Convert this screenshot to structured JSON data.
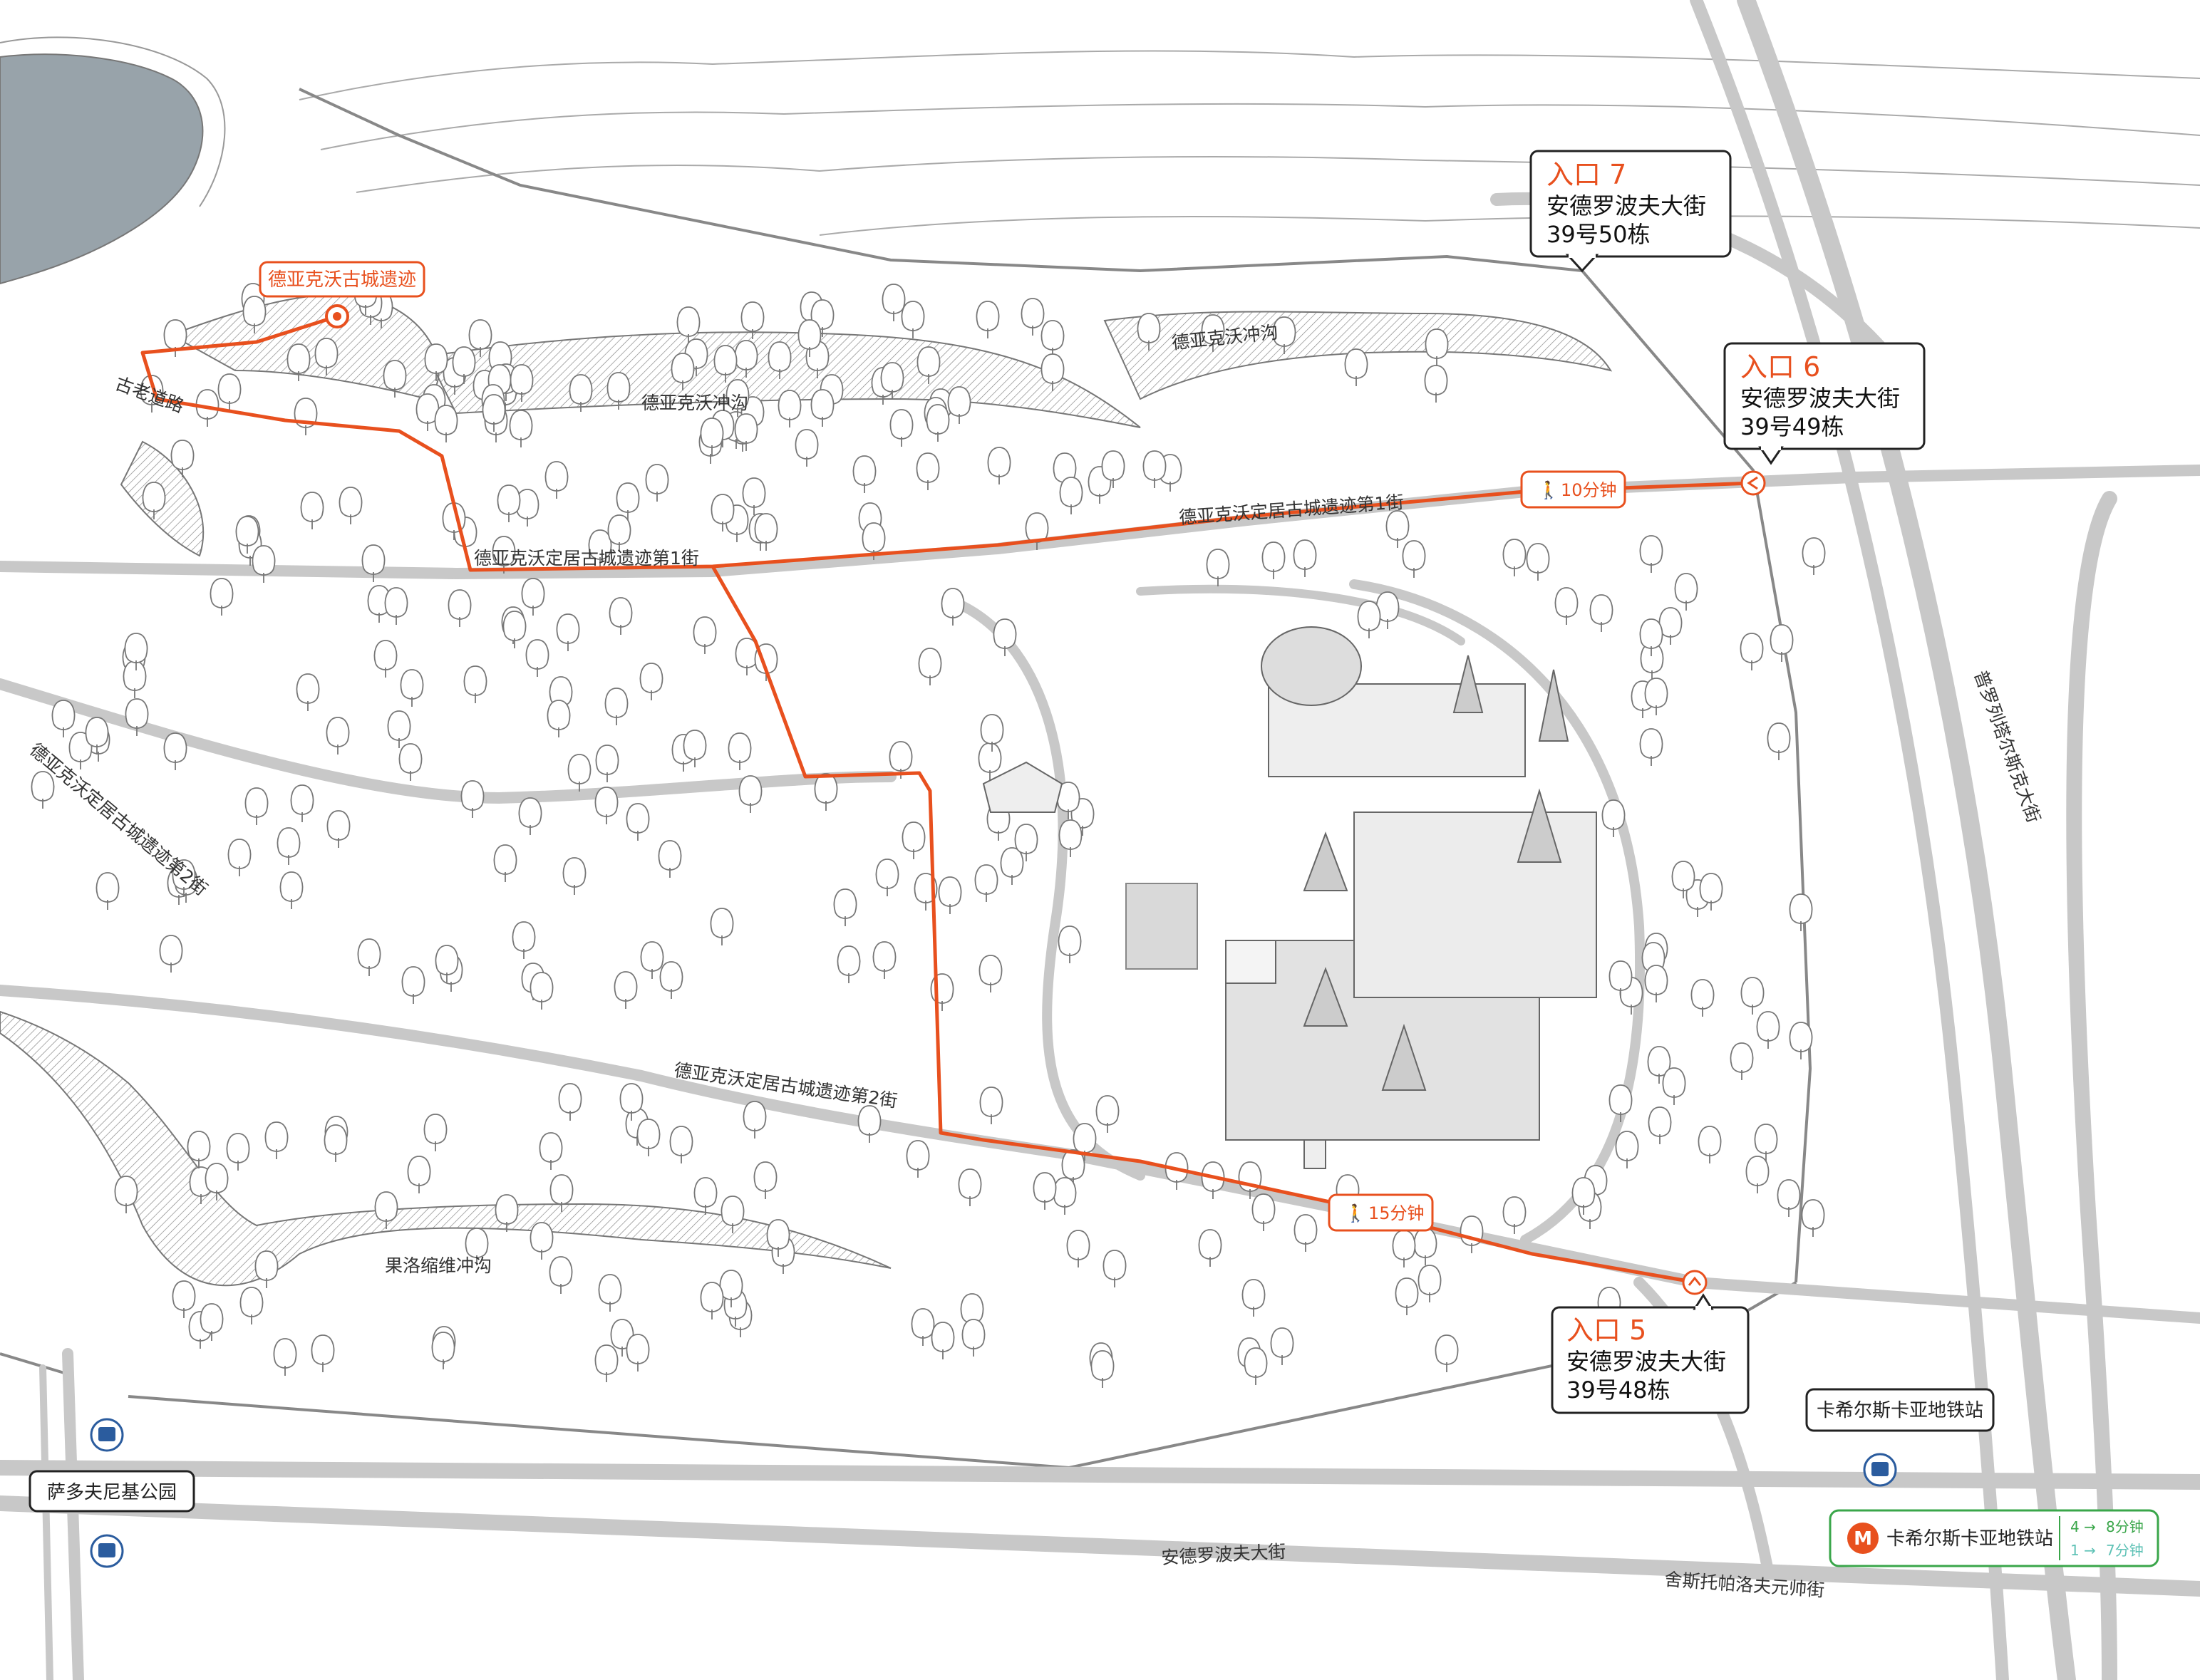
{
  "streets": {
    "first_street_a": "德亚克沃定居古城遗迹第1街",
    "first_street_b": "德亚克沃定居古城遗迹第1街",
    "second_street_a": "德亚克沃定居古城遗迹第2街",
    "second_street_b": "德亚克沃定居古城遗迹第2街",
    "ravine_a": "德亚克沃冲沟",
    "ravine_b": "德亚克沃冲沟",
    "ravine_c": "果洛缩维冲沟",
    "old_road": "古老道路",
    "andropov_avenue": "安德罗波夫大街",
    "proletarsky_prospect": "普罗列塔尔斯克大街",
    "shestopalov_street": "舍斯托帕洛夫元帅街"
  },
  "poi": {
    "ruins_label": "德亚克沃古城遗迹"
  },
  "entrances": [
    {
      "title": "入口 7",
      "line1": "安德罗波夫大街",
      "line2": "39号50栋"
    },
    {
      "title": "入口 6",
      "line1": "安德罗波夫大街",
      "line2": "39号49栋"
    },
    {
      "title": "入口 5",
      "line1": "安德罗波夫大街",
      "line2": "39号48栋"
    }
  ],
  "walk_times": {
    "entrance6": "10分钟",
    "entrance5": "15分钟"
  },
  "bus_stops": {
    "sadovniki": "萨多夫尼基公园",
    "kashirskaya": "卡希尔斯卡亚地铁站"
  },
  "metro": {
    "station": "卡希尔斯卡亚地铁站",
    "routes": [
      {
        "exit": "4",
        "time": "8分钟",
        "color": "#3aa64a"
      },
      {
        "exit": "1",
        "time": "7分钟",
        "color": "#5fc2b6"
      }
    ]
  },
  "colors": {
    "route": "#e8501e",
    "road": "#c8c8c8",
    "river": "#98a3aa",
    "metro_red": "#e8501e"
  }
}
